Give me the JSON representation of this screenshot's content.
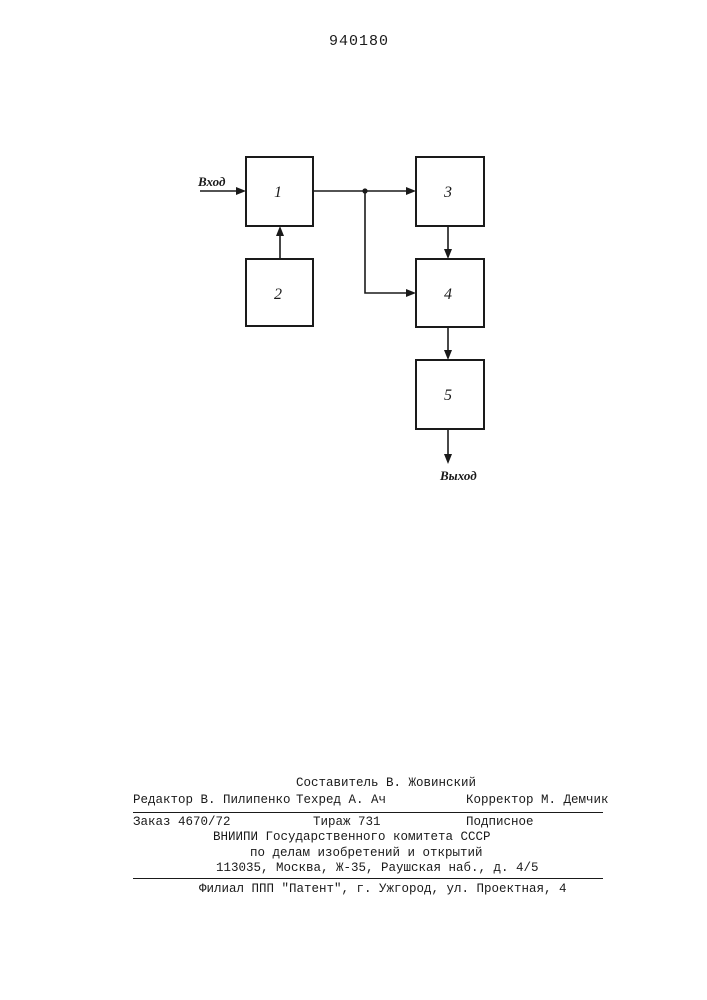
{
  "document": {
    "number": "940180"
  },
  "diagram": {
    "blocks": [
      "1",
      "2",
      "3",
      "4",
      "5"
    ],
    "input_label": "Вход",
    "output_label": "Выход"
  },
  "imprint": {
    "compiler": "Составитель В. Жовинский",
    "editor": "Редактор В. Пилипенко",
    "techred": "Техред А. Ач",
    "corrector": "Корректор  М. Демчик",
    "order": "Заказ 4670/72",
    "circulation": "Тираж 731",
    "subscription": "Подписное",
    "org_line1": "ВНИИПИ Государственного комитета СССР",
    "org_line2": "по делам изобретений и открытий",
    "address": "113035, Москва, Ж-35, Раушская наб., д. 4/5",
    "branch": "Филиал ППП \"Патент\", г. Ужгород, ул. Проектная, 4"
  }
}
